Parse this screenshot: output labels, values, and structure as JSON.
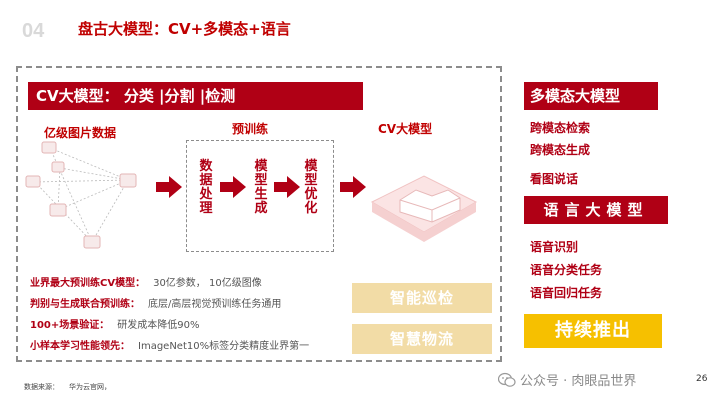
{
  "header": {
    "page_number": "04",
    "title": "盘古大模型：CV+多模态+语言"
  },
  "cv": {
    "bar_label": "CV大模型：  分类  |分割   |检测",
    "head_data": "亿级图片数据",
    "head_pretrain": "预训练",
    "head_model": "CV大模型",
    "steps": [
      "数据处理",
      "模型生成",
      "模型优化"
    ],
    "stats": [
      {
        "key": "业界最大预训练CV模型：",
        "value": "30亿参数，  10亿级图像"
      },
      {
        "key": "判别与生成联合预训练：",
        "value": "底层/高层视觉预训练任务通用"
      },
      {
        "key": "100+场景验证：",
        "value": "研发成本降低90%"
      },
      {
        "key": "小样本学习性能领先：",
        "value": "ImageNet10%标签分类精度业界第一"
      }
    ],
    "apps": [
      "智能巡检",
      "智慧物流"
    ]
  },
  "multimodal": {
    "bar_label": "多模态大模型",
    "items": [
      "跨模态检索",
      "跨模态生成",
      "看图说话"
    ]
  },
  "language": {
    "bar_label": "语言大模型",
    "items": [
      "语音识别",
      "语音分类任务",
      "语音回归任务"
    ]
  },
  "continue_label": "持续推出",
  "footer": {
    "source_key": "数据来源：",
    "source_value": "华为云官网，",
    "watermark": "公众号 · 肉眼品世界",
    "slide_number": "26"
  },
  "colors": {
    "primary_red": "#b00015",
    "title_red": "#c00000",
    "app_beige": "#f2dca6",
    "accent_yellow": "#f6c000"
  },
  "icons": [
    "arrow-right-icon",
    "wechat-icon",
    "image-node-icon",
    "cube-model-icon"
  ]
}
